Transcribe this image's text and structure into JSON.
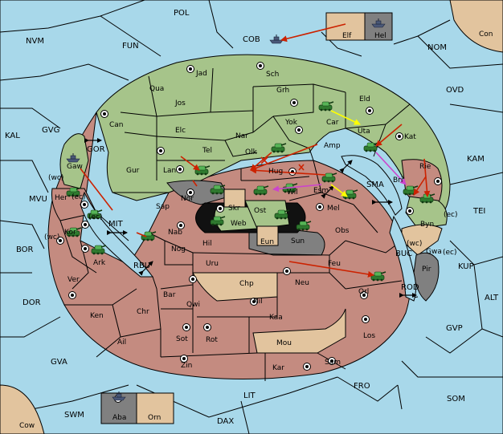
{
  "colors": {
    "sea": "#a8d8ea",
    "green_power": "#a6c48a",
    "red_power": "#c48b80",
    "neutral": "#e2c49e",
    "impassable": "#808080",
    "order_move": "#cc2200",
    "order_support": "#ffff00",
    "order_convoy": "#cc44cc",
    "unit_army": "#2f7a2f",
    "unit_fleet": "#4a5878"
  },
  "icons": {
    "supply_center": "supply-center-icon",
    "army": "tank-icon",
    "fleet": "ship-icon",
    "cut_support": "x-mark-icon",
    "strait": "double-arrow-icon"
  },
  "labels": {
    "POL": "POL",
    "NVM": "NVM",
    "FUN": "FUN",
    "COB": "COB",
    "Elf": "Elf",
    "Hel": "Hel",
    "Con": "Con",
    "NOM": "NOM",
    "OVD": "OVD",
    "KAL": "KAL",
    "GVG": "GVG",
    "GOR": "GOR",
    "Gaw": "Gaw",
    "wc": "(wc)",
    "ec": "(ec)",
    "Her": "Her",
    "MVU": "MVU",
    "Kor": "Kor",
    "MIT": "MIT",
    "BOR": "BOR",
    "Ark": "Ark",
    "RBU": "RBU",
    "Ver": "Ver",
    "DOR": "DOR",
    "Ken": "Ken",
    "Chr": "Chr",
    "Ail": "Ail",
    "GVA": "GVA",
    "Cow": "Cow",
    "SWM": "SWM",
    "Aba": "Aba",
    "Orn": "Orn",
    "DAX": "DAX",
    "LIT": "LIT",
    "FRO": "FRO",
    "SOM": "SOM",
    "GVP": "GVP",
    "ALT": "ALT",
    "KUP": "KUP",
    "TEI": "TEI",
    "KAM": "KAM",
    "Jad": "Jad",
    "Sch": "Sch",
    "Qua": "Qua",
    "Jos": "Jos",
    "Grh": "Grh",
    "Eld": "Eld",
    "Can": "Can",
    "Yok": "Yok",
    "Car": "Car",
    "Uta": "Uta",
    "Kat": "Kat",
    "Nar": "Nar",
    "Elc": "Elc",
    "Tel": "Tel",
    "Olk": "Olk",
    "Amp": "Amp",
    "Gur": "Gur",
    "Lan": "Lan",
    "Hug": "Hug",
    "Bri": "Bri",
    "Rie": "Rie",
    "SMA": "SMA",
    "Esm": "Esm",
    "Wil": "Wil",
    "Nor": "Nor",
    "Sap": "Sap",
    "Skr": "Skr",
    "Ost": "Ost",
    "Web": "Web",
    "Mel": "Mel",
    "Byn": "Byn",
    "Eun": "Eun",
    "Sun": "Sun",
    "Obs": "Obs",
    "Nab": "Nab",
    "Hil": "Hil",
    "Nog": "Nog",
    "Gwa": "Gwa",
    "BUC": "BUC",
    "Pir": "Pir",
    "Uru": "Uru",
    "Feu": "Feu",
    "Orl": "Orl",
    "Chp": "Chp",
    "Neu": "Neu",
    "ROD": "ROD",
    "Bar": "Bar",
    "Qwi": "Qwi",
    "Nil": "Nil",
    "Kaa": "Kaa",
    "Los": "Los",
    "Sot": "Sot",
    "Rot": "Rot",
    "Mou": "Mou",
    "Sam": "Sam",
    "Zin": "Zin",
    "Kar": "Kar"
  }
}
